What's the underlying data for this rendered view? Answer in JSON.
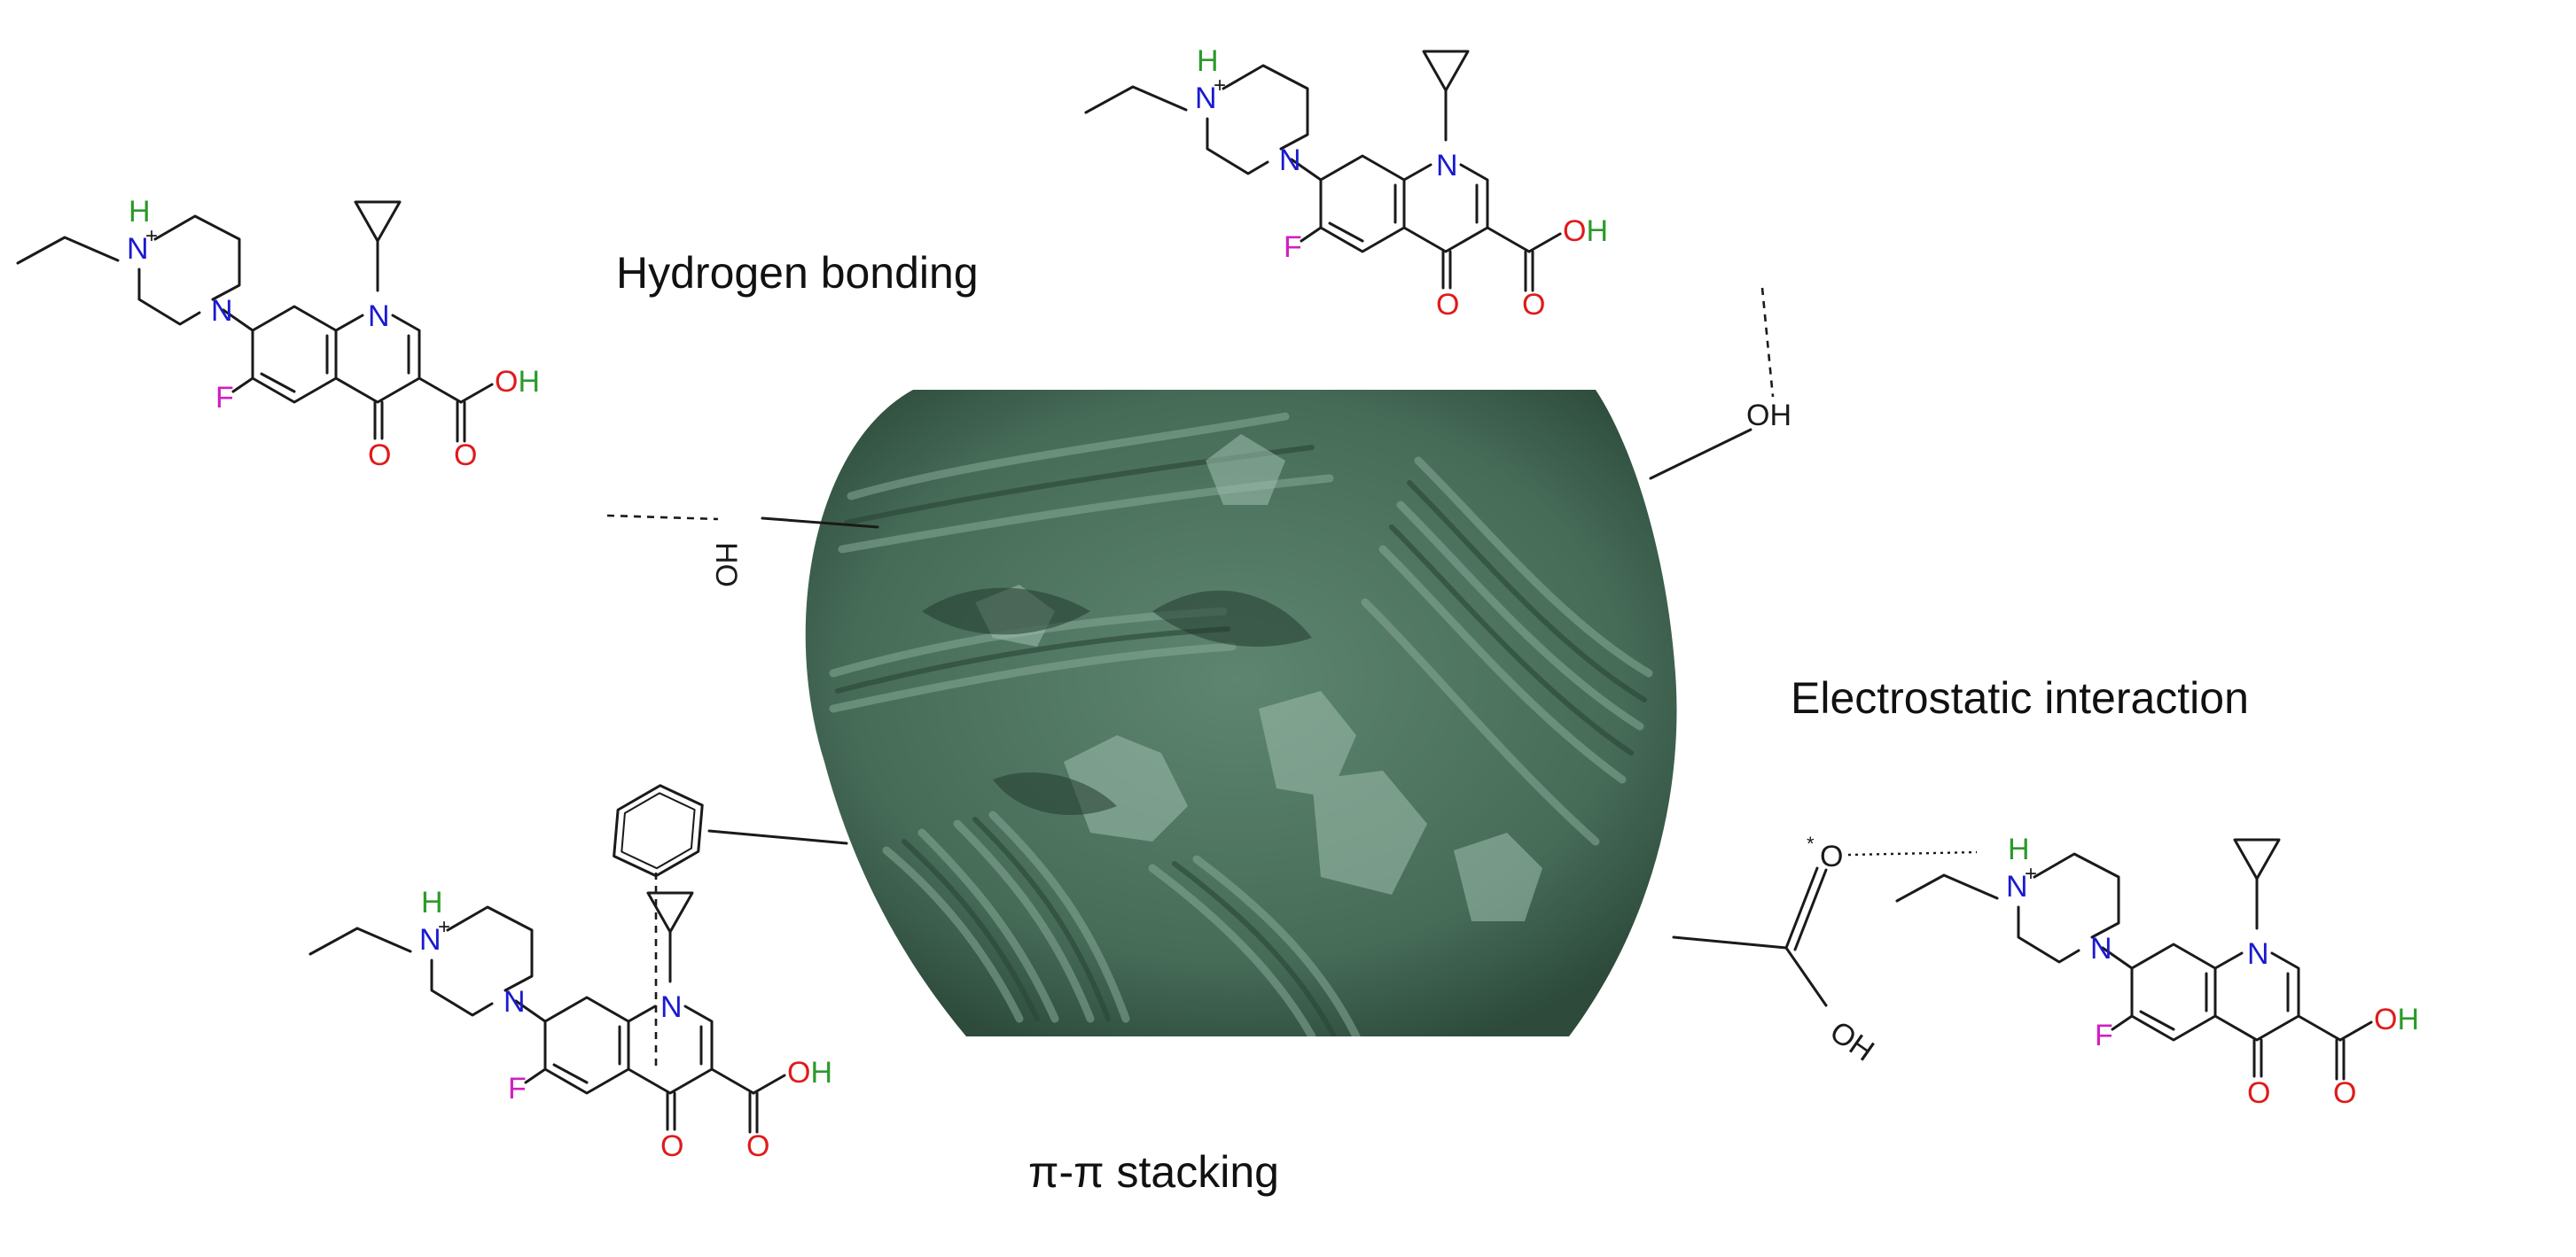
{
  "labels": {
    "hydrogen_bonding": "Hydrogen bonding",
    "electrostatic": "Electrostatic interaction",
    "pi_stacking": "π-π stacking"
  },
  "atoms": {
    "N": "N",
    "N_plus": "N",
    "plus": "+",
    "H": "H",
    "F": "F",
    "O": "O",
    "OH": "OH",
    "HO_rot": "HO"
  },
  "colors": {
    "nitrogen": "#1a1ad0",
    "hydrogen": "#2a9a2a",
    "oxygen": "#e01a1a",
    "fluorine": "#d020c0",
    "bond": "#1a1a1a",
    "sem_base": "#3f6552",
    "sem_light": "#86a996"
  },
  "image": {
    "subject": "green-tinted SEM micrograph of fibrous adsorbent surface"
  }
}
